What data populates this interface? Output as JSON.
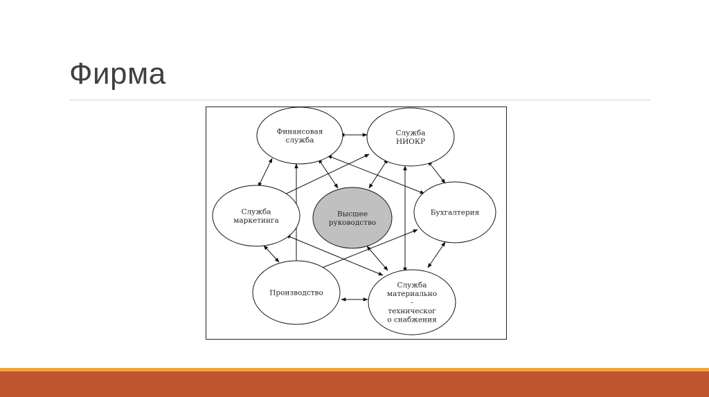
{
  "slide": {
    "title": "Фирма",
    "accent_color": "#bf5530",
    "accent_color_light": "#f2a33a"
  },
  "diagram": {
    "center_fill": "#c0c0c0",
    "nodes": [
      {
        "id": "finance",
        "lines": [
          "Финансовая",
          "служба"
        ]
      },
      {
        "id": "niokr",
        "lines": [
          "Служба",
          "НИОКР"
        ]
      },
      {
        "id": "marketing",
        "lines": [
          "Служба",
          "маркетинга"
        ]
      },
      {
        "id": "management",
        "lines": [
          "Высшее",
          "руководство"
        ]
      },
      {
        "id": "accounting",
        "lines": [
          "Бухгалтерия"
        ]
      },
      {
        "id": "production",
        "lines": [
          "Производство"
        ]
      },
      {
        "id": "supply",
        "lines": [
          "Служба",
          "материально",
          "-",
          "техническог",
          "о снабжения"
        ]
      }
    ]
  }
}
